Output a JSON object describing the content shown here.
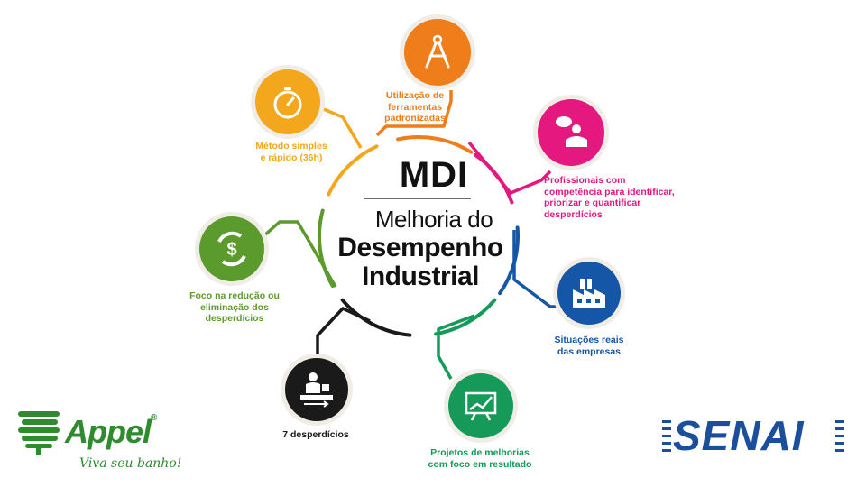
{
  "center": {
    "title": "MDI",
    "subtitle_line1": "Melhoria do",
    "subtitle_line2": "Desempenho",
    "subtitle_line3": "Industrial"
  },
  "nodes": [
    {
      "id": "ferramentas",
      "label": "Utilização de\nferramentas\npadronizadas",
      "color": "#ef7d1a",
      "icon": "compass-icon"
    },
    {
      "id": "profissionais",
      "label": "Profissionais com\ncompetência para identificar,\npriorizar e quantificar\ndesperdícios",
      "color": "#e5187f",
      "icon": "person-speech-icon"
    },
    {
      "id": "situacoes",
      "label": "Situações reais\ndas empresas",
      "color": "#1557a6",
      "icon": "factory-icon"
    },
    {
      "id": "projetos",
      "label": "Projetos de melhorias\ncom foco em resultado",
      "color": "#159a59",
      "icon": "chart-board-icon"
    },
    {
      "id": "desperdicios7",
      "label": "7 desperdícios",
      "color": "#1a1a1a",
      "icon": "worker-conveyor-icon"
    },
    {
      "id": "foco",
      "label": "Foco na redução ou\neliminação dos\ndesperdícios",
      "color": "#5b9a2d",
      "icon": "money-exchange-icon"
    },
    {
      "id": "metodo",
      "label": "Método simples\ne rápido (36h)",
      "color": "#f2a71d",
      "icon": "stopwatch-icon"
    }
  ],
  "logos": {
    "appel": {
      "name": "Appel",
      "tagline": "Viva seu banho!",
      "registered": "®",
      "color": "#2e8b2e"
    },
    "senai": {
      "name": "SENAI",
      "color": "#1b4e9b"
    }
  }
}
